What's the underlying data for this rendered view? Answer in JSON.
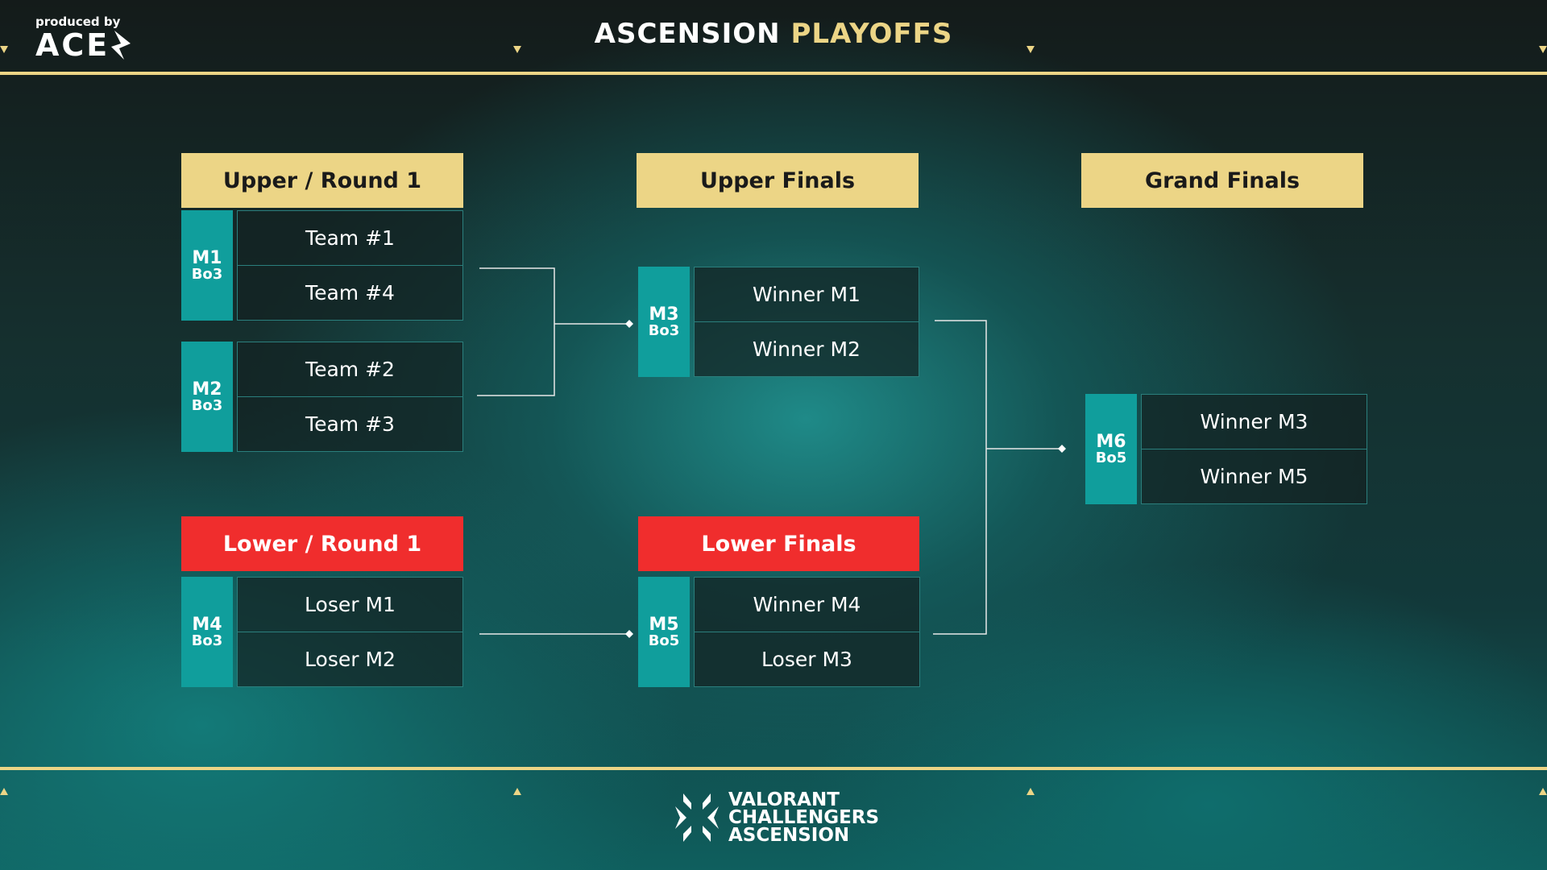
{
  "header": {
    "produced_by": "produced by",
    "producer_logo": "ACE",
    "title_white": "ASCENSION",
    "title_gold": "PLAYOFFS"
  },
  "columns": {
    "upper_round1": "Upper / Round 1",
    "upper_finals": "Upper Finals",
    "grand_finals": "Grand Finals",
    "lower_round1": "Lower / Round 1",
    "lower_finals": "Lower Finals"
  },
  "matches": {
    "m1": {
      "id": "M1",
      "format": "Bo3",
      "teams": [
        "Team #1",
        "Team #4"
      ]
    },
    "m2": {
      "id": "M2",
      "format": "Bo3",
      "teams": [
        "Team #2",
        "Team #3"
      ]
    },
    "m3": {
      "id": "M3",
      "format": "Bo3",
      "teams": [
        "Winner M1",
        "Winner M2"
      ]
    },
    "m4": {
      "id": "M4",
      "format": "Bo3",
      "teams": [
        "Loser M1",
        "Loser M2"
      ]
    },
    "m5": {
      "id": "M5",
      "format": "Bo5",
      "teams": [
        "Winner M4",
        "Loser M3"
      ]
    },
    "m6": {
      "id": "M6",
      "format": "Bo5",
      "teams": [
        "Winner M3",
        "Winner M5"
      ]
    }
  },
  "footer": {
    "logo_lines": [
      "VALORANT",
      "CHALLENGERS",
      "ASCENSION"
    ]
  },
  "colors": {
    "gold": "#ecd586",
    "red": "#f02d2d",
    "teal": "#109e9c"
  }
}
